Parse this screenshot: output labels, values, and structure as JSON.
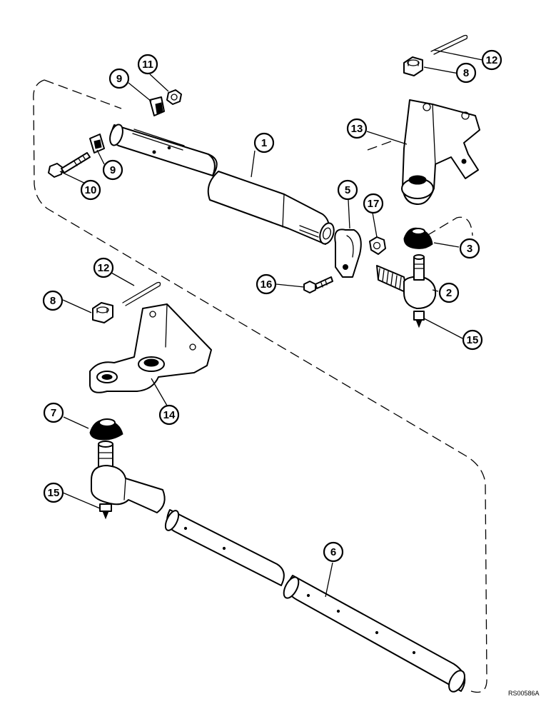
{
  "figure_code": "RS00586A",
  "callouts": [
    "1",
    "2",
    "3",
    "5",
    "6",
    "7",
    "8",
    "8",
    "9",
    "9",
    "10",
    "11",
    "12",
    "12",
    "13",
    "14",
    "15",
    "15",
    "16",
    "17"
  ]
}
